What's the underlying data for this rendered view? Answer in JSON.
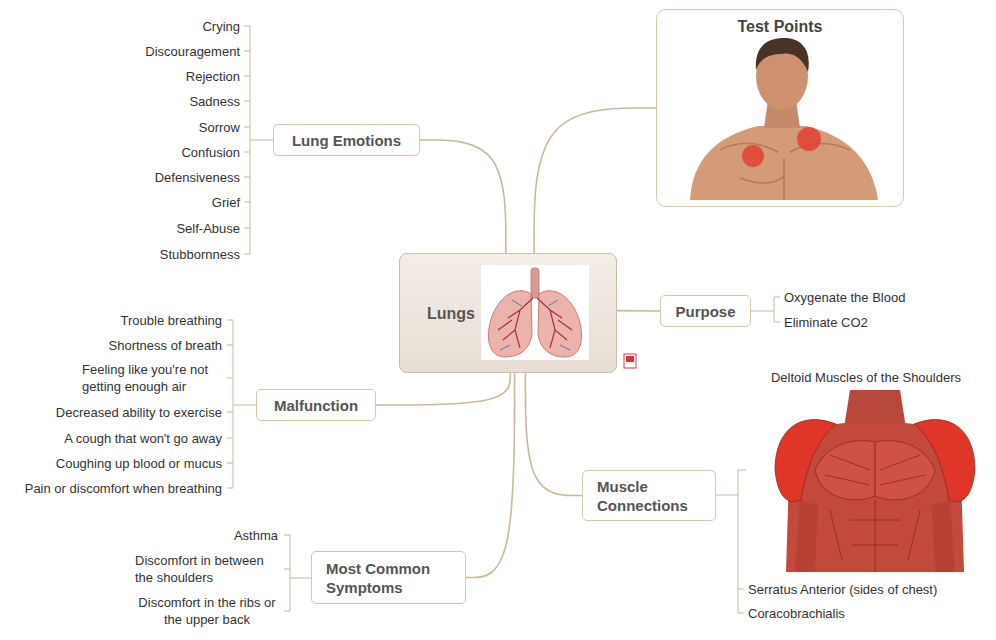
{
  "diagram": {
    "nodes": [
      {
        "text": [
          "Lungs"
        ]
      },
      {
        "text": [
          "Lung Emotions"
        ]
      },
      {
        "text": [
          "Test Points"
        ]
      },
      {
        "text": [
          "Purpose"
        ]
      },
      {
        "text": [
          "Malfunction"
        ]
      },
      {
        "text": [
          "Muscle Connections"
        ]
      },
      {
        "text": [
          "Most Common Symptoms"
        ]
      }
    ],
    "edges": [
      {
        "from": 0,
        "to": 1,
        "arrow": "none"
      },
      {
        "from": 0,
        "to": 2,
        "arrow": "none"
      },
      {
        "from": 0,
        "to": 3,
        "arrow": "none"
      },
      {
        "from": 0,
        "to": 4,
        "arrow": "none"
      },
      {
        "from": 0,
        "to": 5,
        "arrow": "none"
      },
      {
        "from": 0,
        "to": 6,
        "arrow": "none"
      }
    ],
    "labels": [
      "Crying",
      "Discouragement",
      "Rejection",
      "Sadness",
      "Sorrow",
      "Confusion",
      "Defensiveness",
      "Grief",
      "Self-Abuse",
      "Stubbornness",
      "Oxygenate the Blood",
      "Eliminate CO2",
      "Deltoid Muscles of the Shoulders",
      "Trouble breathing",
      "Shortness of breath",
      "Feeling like you're not getting enough air",
      "Decreased ability to exercise",
      "A cough that won't go away",
      "Coughing up blood or mucus",
      "Pain or discomfort when breathing",
      "Serratus Anterior (sides of chest)",
      "Coracobrachialis",
      "Asthma",
      "Discomfort in between the shoulders",
      "Discomfort in the ribs or the upper back"
    ]
  }
}
